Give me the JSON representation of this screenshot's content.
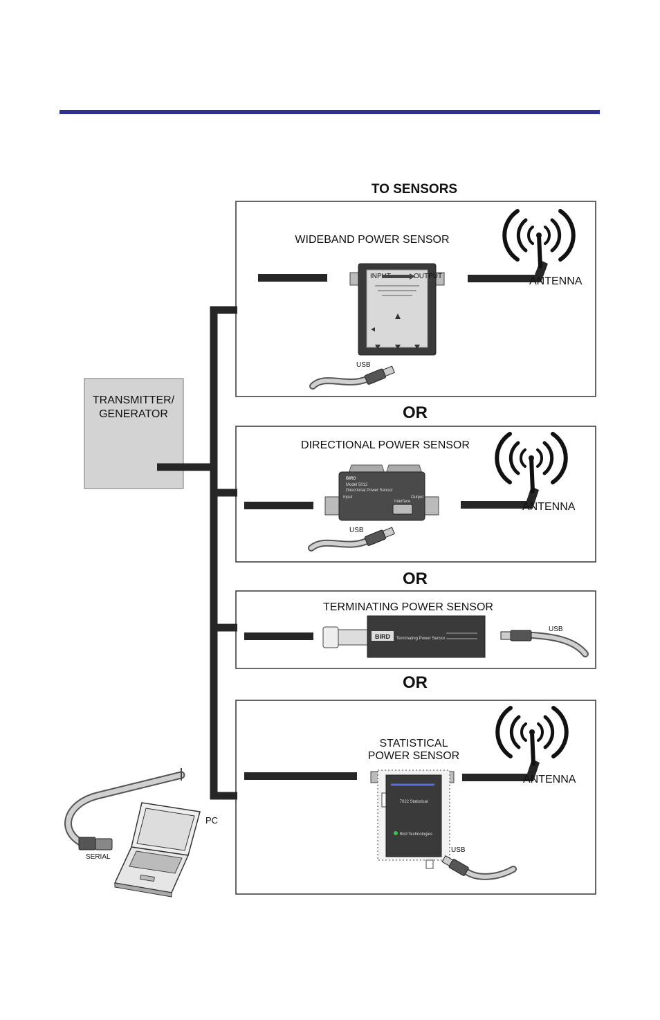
{
  "colors": {
    "header_rule": "#2e3192",
    "cable": "#262626",
    "sensor_box_border": "#333333",
    "transmitter_fill": "#d3d3d3",
    "device_fill": "#3a3a3a"
  },
  "header_title": "TO SENSORS",
  "transmitter_label": [
    "TRANSMITTER/",
    "GENERATOR"
  ],
  "or_label": "OR",
  "antenna_label": "ANTENNA",
  "usb_label": "USB",
  "serial_label": "SERIAL",
  "pc_label": "PC",
  "sensors": {
    "wideband": {
      "title": "WIDEBAND POWER SENSOR",
      "icon": "wideband-sensor-icon"
    },
    "directional": {
      "title": "DIRECTIONAL POWER SENSOR",
      "icon": "directional-sensor-icon"
    },
    "terminating": {
      "title": "TERMINATING POWER SENSOR",
      "icon": "terminating-sensor-icon"
    },
    "statistical": {
      "title_lines": [
        "STATISTICAL",
        "POWER SENSOR"
      ],
      "icon": "statistical-sensor-icon"
    }
  },
  "device_text": {
    "wideband": {
      "input": "INPUT",
      "output": "OUTPUT"
    },
    "directional": {
      "logo": "BIRD",
      "model": "Model 5012",
      "name": "Directional Power Sensor",
      "input": "Input",
      "output": "Output",
      "interface": "Interface"
    },
    "terminating": {
      "logo": "BIRD",
      "name": "Terminating Power Sensor"
    },
    "statistical": {
      "model": "7022 Statistical",
      "maker": "Bird Technologies"
    }
  }
}
